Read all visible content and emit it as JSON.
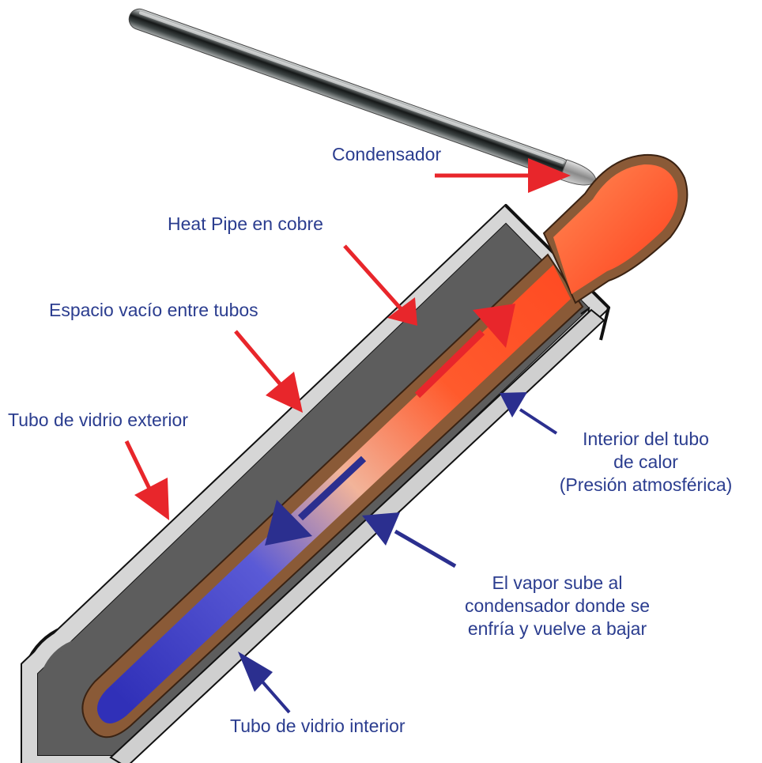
{
  "colors": {
    "label_text": "#2b3d8f",
    "red_arrow": "#e8262b",
    "blue_arrow": "#2b2f8f",
    "outer_glass": "#d6d6d6",
    "vacuum_space": "#5d5d5d",
    "copper": "#8a5a37",
    "hot": "#ff4a22",
    "cold": "#3b3bc8"
  },
  "labels": {
    "condensador": "Condensador",
    "heat_pipe": "Heat Pipe en cobre",
    "espacio": "Espacio vacío entre tubos",
    "tubo_exterior": "Tubo de vidrio exterior",
    "interior_l1": "Interior del tubo",
    "interior_l2": "de calor",
    "interior_l3": "(Presión atmosférica)",
    "vapor_l1": "El vapor sube al",
    "vapor_l2": "condensador donde se",
    "vapor_l3": "enfría y vuelve a bajar",
    "tubo_interior": "Tubo de vidrio interior"
  },
  "icons": {
    "photo": "evacuated-glass-tube-photo",
    "flow_up": "arrow-up-right-icon",
    "flow_down": "arrow-down-left-icon"
  }
}
